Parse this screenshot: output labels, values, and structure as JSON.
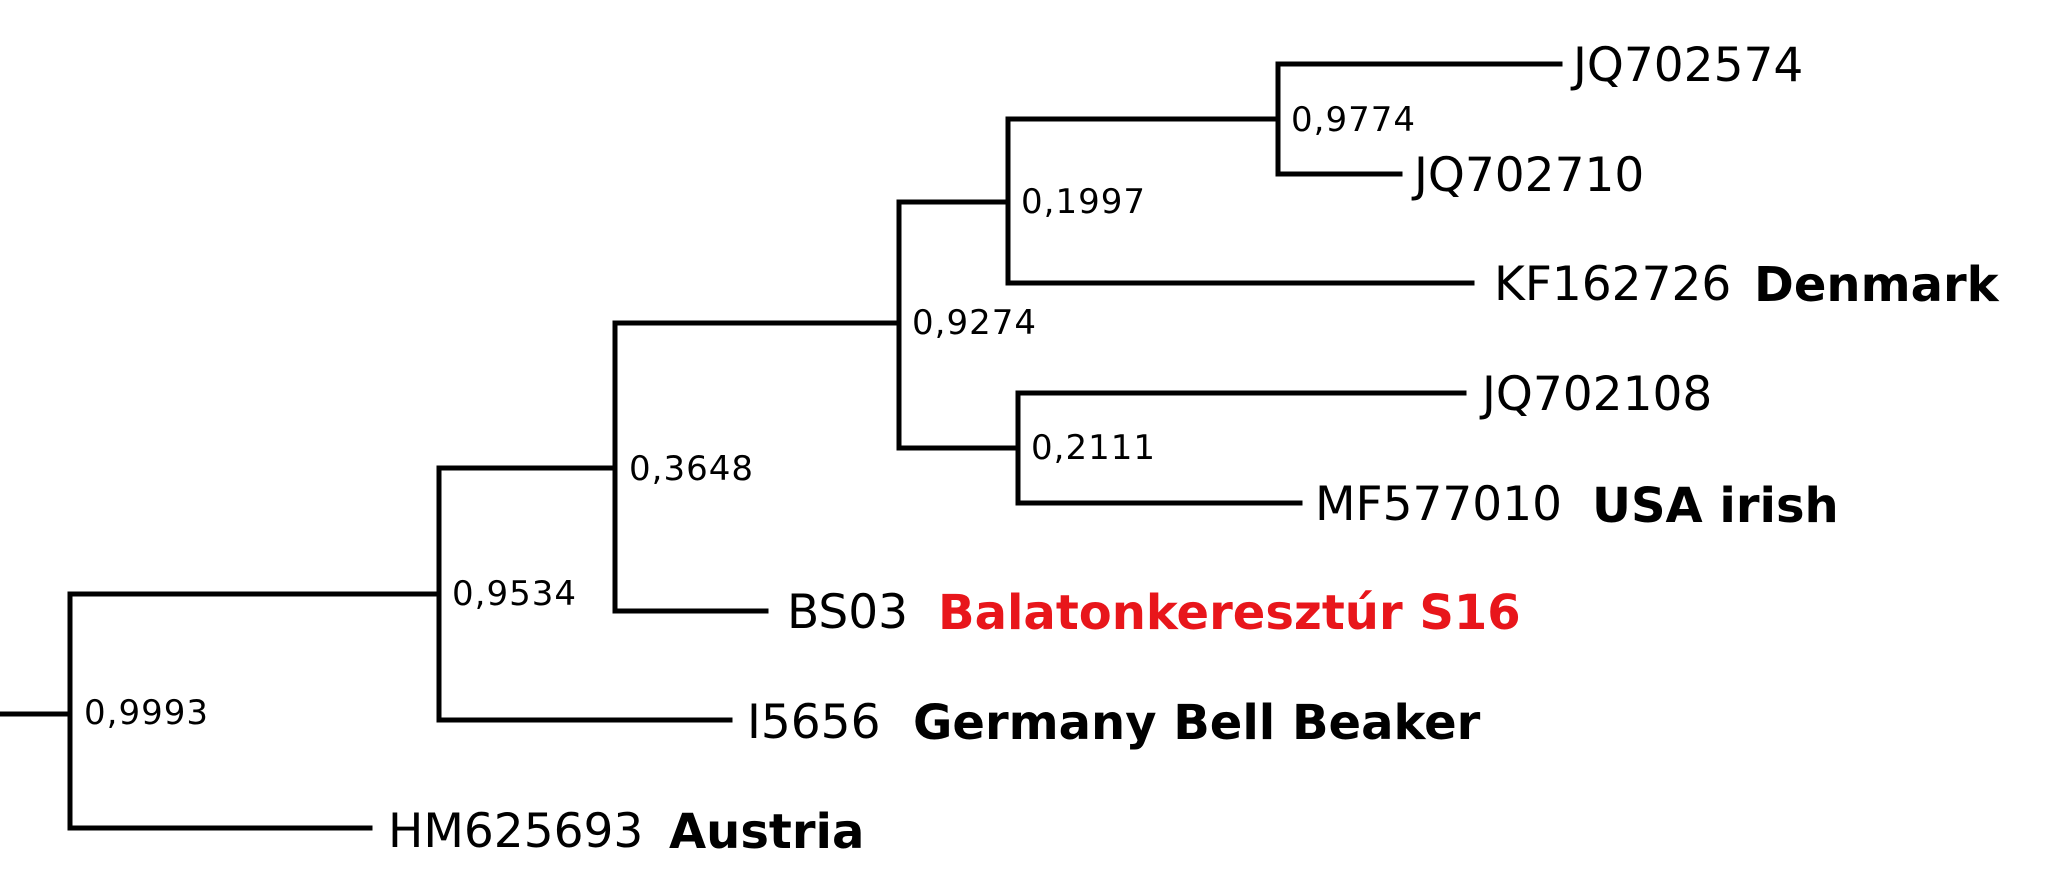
{
  "tree": {
    "leaves": {
      "jq702574": {
        "accession": "JQ702574",
        "location": ""
      },
      "jq702710": {
        "accession": "JQ702710",
        "location": ""
      },
      "kf162726": {
        "accession": "KF162726",
        "location": "Denmark"
      },
      "jq702108": {
        "accession": "JQ702108",
        "location": ""
      },
      "mf577010": {
        "accession": "MF577010",
        "location": "USA irish"
      },
      "bs03": {
        "accession": "BS03",
        "location": "Balatonkeresztúr S16",
        "highlight_color": "#e8161b"
      },
      "i5656": {
        "accession": "I5656",
        "location": "Germany Bell Beaker"
      },
      "hm625693": {
        "accession": "HM625693",
        "location": "Austria"
      }
    },
    "support_values": {
      "root": "0,9993",
      "n2": "0,9534",
      "n3": "0,3648",
      "n4": "0,9274",
      "n5": "0,1997",
      "n6": "0,9774",
      "n7": "0,2111"
    }
  }
}
